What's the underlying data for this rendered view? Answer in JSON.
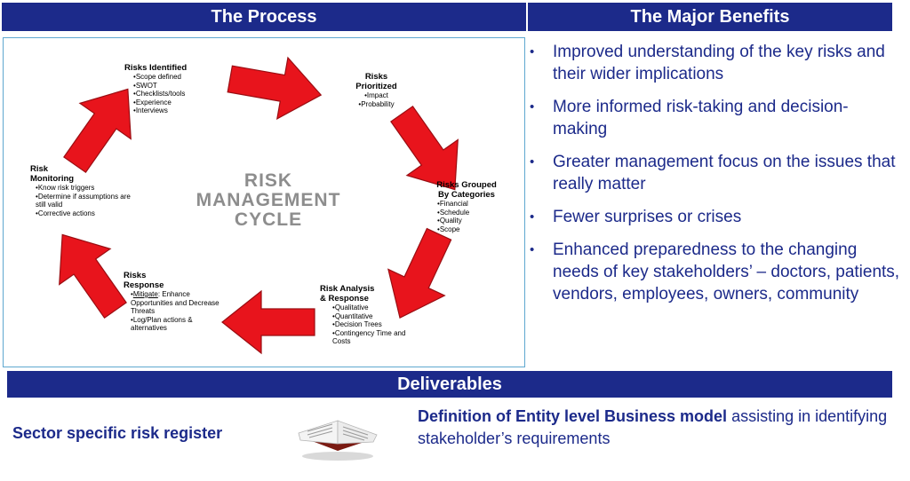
{
  "headers": {
    "process": "The Process",
    "benefits": "The  Major Benefits",
    "deliverables": "Deliverables"
  },
  "cycle": {
    "center_lines": [
      "RISK",
      "MANAGEMENT",
      "CYCLE"
    ],
    "arrow_color": "#e8141c",
    "stages": [
      {
        "title": [
          "Risks Identified"
        ],
        "items": [
          "Scope defined",
          "SWOT",
          "Checklists/tools",
          "Experience",
          "Interviews"
        ]
      },
      {
        "title": [
          "Risks",
          "Prioritized"
        ],
        "items": [
          "Impact",
          "Probability"
        ]
      },
      {
        "title": [
          "Risks Grouped",
          "By Categories"
        ],
        "items": [
          "Financial",
          "Schedule",
          "Quality",
          "Scope"
        ]
      },
      {
        "title": [
          "Risk Analysis",
          "& Response"
        ],
        "items": [
          "Qualitative",
          "Quantitative",
          "Decision Trees",
          "Contingency Time and Costs"
        ]
      },
      {
        "title": [
          "Risks",
          "Response"
        ],
        "mitigate_label": "Mitigate",
        "mitigate_rest": ": Enhance Opportunities and Decrease Threats",
        "items": [
          "Log/Plan actions & alternatives"
        ]
      },
      {
        "title": [
          "Risk",
          "Monitoring"
        ],
        "items": [
          "Know risk triggers",
          "Determine if assumptions are still valid",
          "Corrective actions"
        ]
      }
    ]
  },
  "benefits": [
    "Improved understanding of the key risks and their wider implications",
    "More informed risk-taking and decision-making",
    "Greater management focus on the issues that really matter",
    "Fewer surprises or crises",
    "Enhanced preparedness to the changing needs of key stakeholders’ – doctors, patients, vendors, employees, owners, community"
  ],
  "deliverables": {
    "left": "Sector specific risk register",
    "right_bold": "Definition of Entity level Business model",
    "right_rest": " assisting in identifying stakeholder’s requirements"
  },
  "colors": {
    "brand_blue": "#1c2a8a",
    "panel_border": "#5fa8d0",
    "center_gray": "#8d8d8d"
  }
}
